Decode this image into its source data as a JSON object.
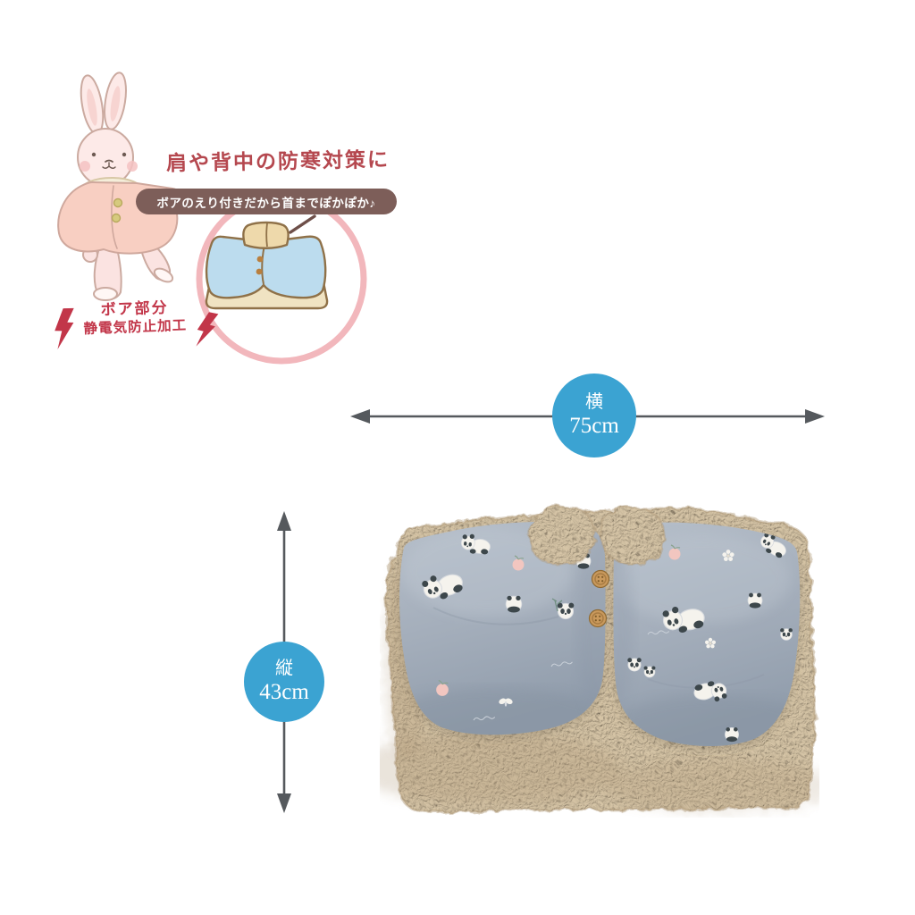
{
  "page": {
    "background_color": "#ffffff",
    "type": "product-size-infographic"
  },
  "illustration": {
    "heading": "肩や背中の防寒対策に",
    "bubble_text": "ボアのえり付きだから首までぽかぽか♪",
    "caption_line1": "ボア部分",
    "caption_line2": "静電気防止加工",
    "heading_color": "#b5484f",
    "caption_color": "#c23649",
    "bubble_bg_color": "#7d5e59",
    "ring_color": "#f2b7bc",
    "icons": [
      "lightning-icon",
      "lightning-icon"
    ]
  },
  "dimensions": {
    "width": {
      "label": "横",
      "value": "75cm"
    },
    "height": {
      "label": "縦",
      "value": "43cm"
    },
    "badge_color": "#3ba3d2",
    "arrow_color": "#55595d"
  },
  "product": {
    "boa_base_color": "#c6b192",
    "fabric_color": "#a3adba",
    "button_color": "#c69759",
    "pattern": "panda-print"
  }
}
